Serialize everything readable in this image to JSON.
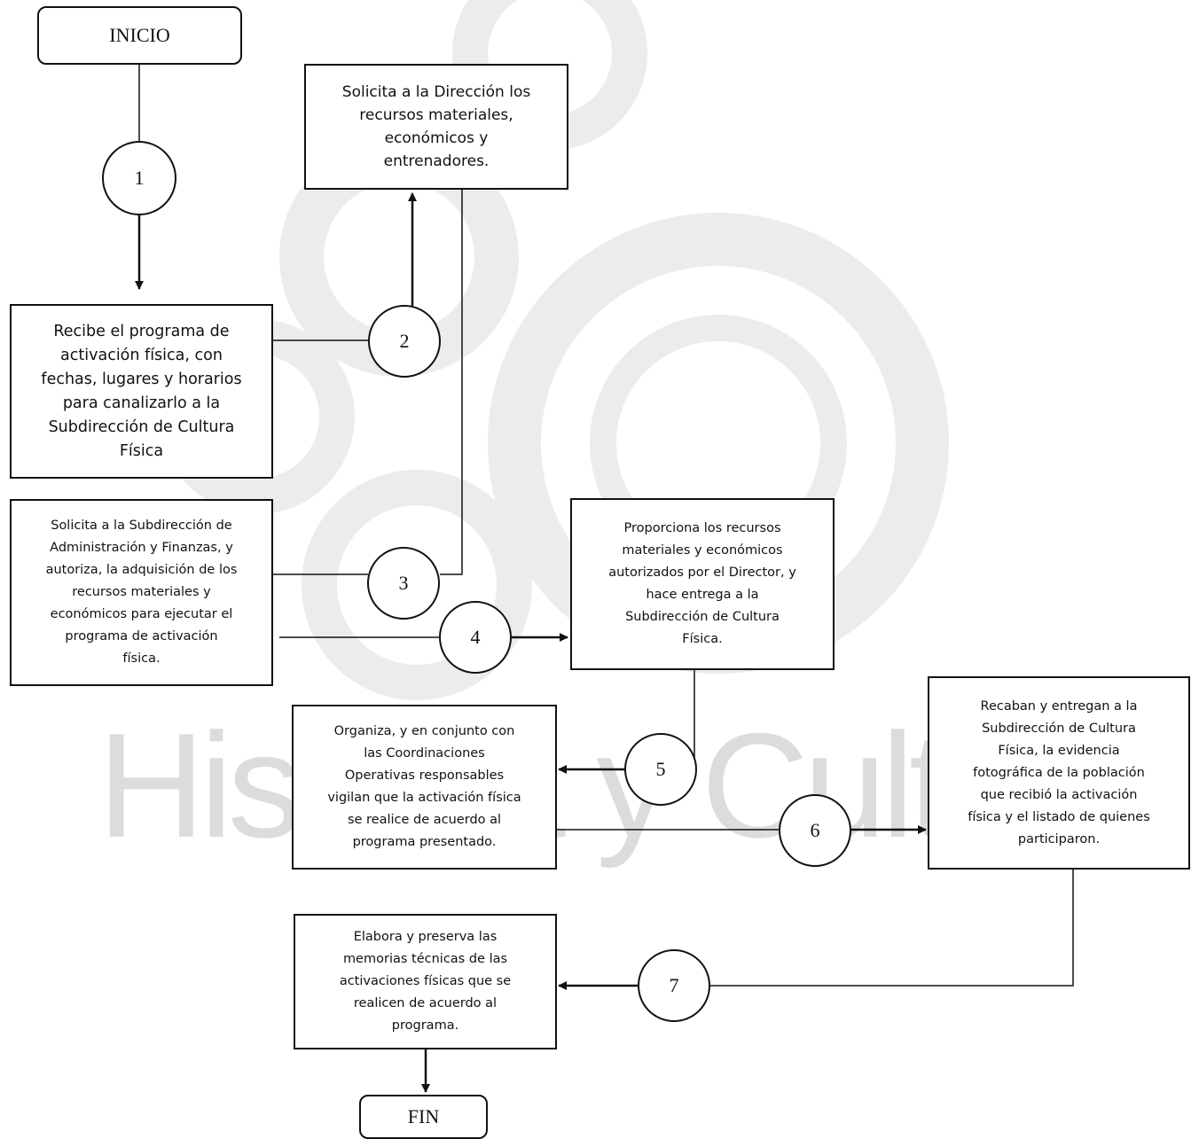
{
  "watermark": {
    "text": "Historia y Cultura"
  },
  "terminals": {
    "start": "INICIO",
    "end": "FIN"
  },
  "steps": [
    {
      "number": "1"
    },
    {
      "number": "2"
    },
    {
      "number": "3"
    },
    {
      "number": "4"
    },
    {
      "number": "5"
    },
    {
      "number": "6"
    },
    {
      "number": "7"
    }
  ],
  "boxes": {
    "solicita_direccion": "Solicita a la Dirección los\nrecursos materiales,\neconómicos y\nentrenadores.",
    "recibe_programa": "Recibe el programa de\nactivación física, con\nfechas, lugares y horarios\npara canalizarlo a la\nSubdirección de Cultura\nFísica",
    "solicita_subdireccion": "Solicita a la Subdirección de\nAdministración y Finanzas, y\nautoriza, la adquisición de los\nrecursos materiales y\neconómicos para ejecutar el\nprograma de activación\nfísica.",
    "proporciona_recursos": "Proporciona los recursos\nmateriales y económicos\nautorizados por el Director, y\nhace entrega a la\nSubdirección de Cultura\nFísica.",
    "organiza": "Organiza, y en conjunto con\nlas Coordinaciones\nOperativas responsables\nvigilan que la activación física\nse realice de acuerdo al\nprograma presentado.",
    "recaban": "Recaban y entregan a la\nSubdirección de Cultura\nFísica, la evidencia\nfotográfica de la población\nque recibió la activación\nfísica y el listado de quienes\nparticiparon.",
    "elabora": "Elabora y preserva las\nmemorias técnicas de las\nactivaciones físicas que se\nrealicen de acuerdo al\nprograma."
  }
}
